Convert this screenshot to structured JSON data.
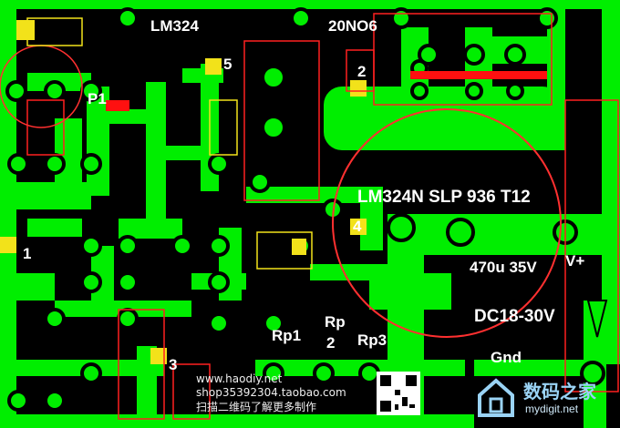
{
  "labels": {
    "ic1": "LM324",
    "mosfet": "20NO6",
    "p1": "P1",
    "pin1": "1",
    "pin2": "2",
    "pin3": "3",
    "pin4": "4",
    "pin5": "5",
    "chip_marking": "LM324N SLP 936 T12",
    "capacitor": "470u 35V",
    "vplus": "V+",
    "input": "DC18-30V",
    "gnd": "Gnd",
    "rp1": "Rp1",
    "rp2_top": "Rp",
    "rp2_bottom": "2",
    "rp3": "Rp3"
  },
  "footer": {
    "website": "www.haodiy.net",
    "shop": "shop35392304.taobao.com",
    "scan_hint": "扫描二维码了解更多制作"
  },
  "watermark": {
    "name": "数码之家",
    "url": "mydigit.net"
  },
  "colors": {
    "copper": "#00ee00",
    "board": "#000000",
    "pad": "#f2e21a",
    "silk": "#ff2020",
    "text": "#ffffff"
  }
}
